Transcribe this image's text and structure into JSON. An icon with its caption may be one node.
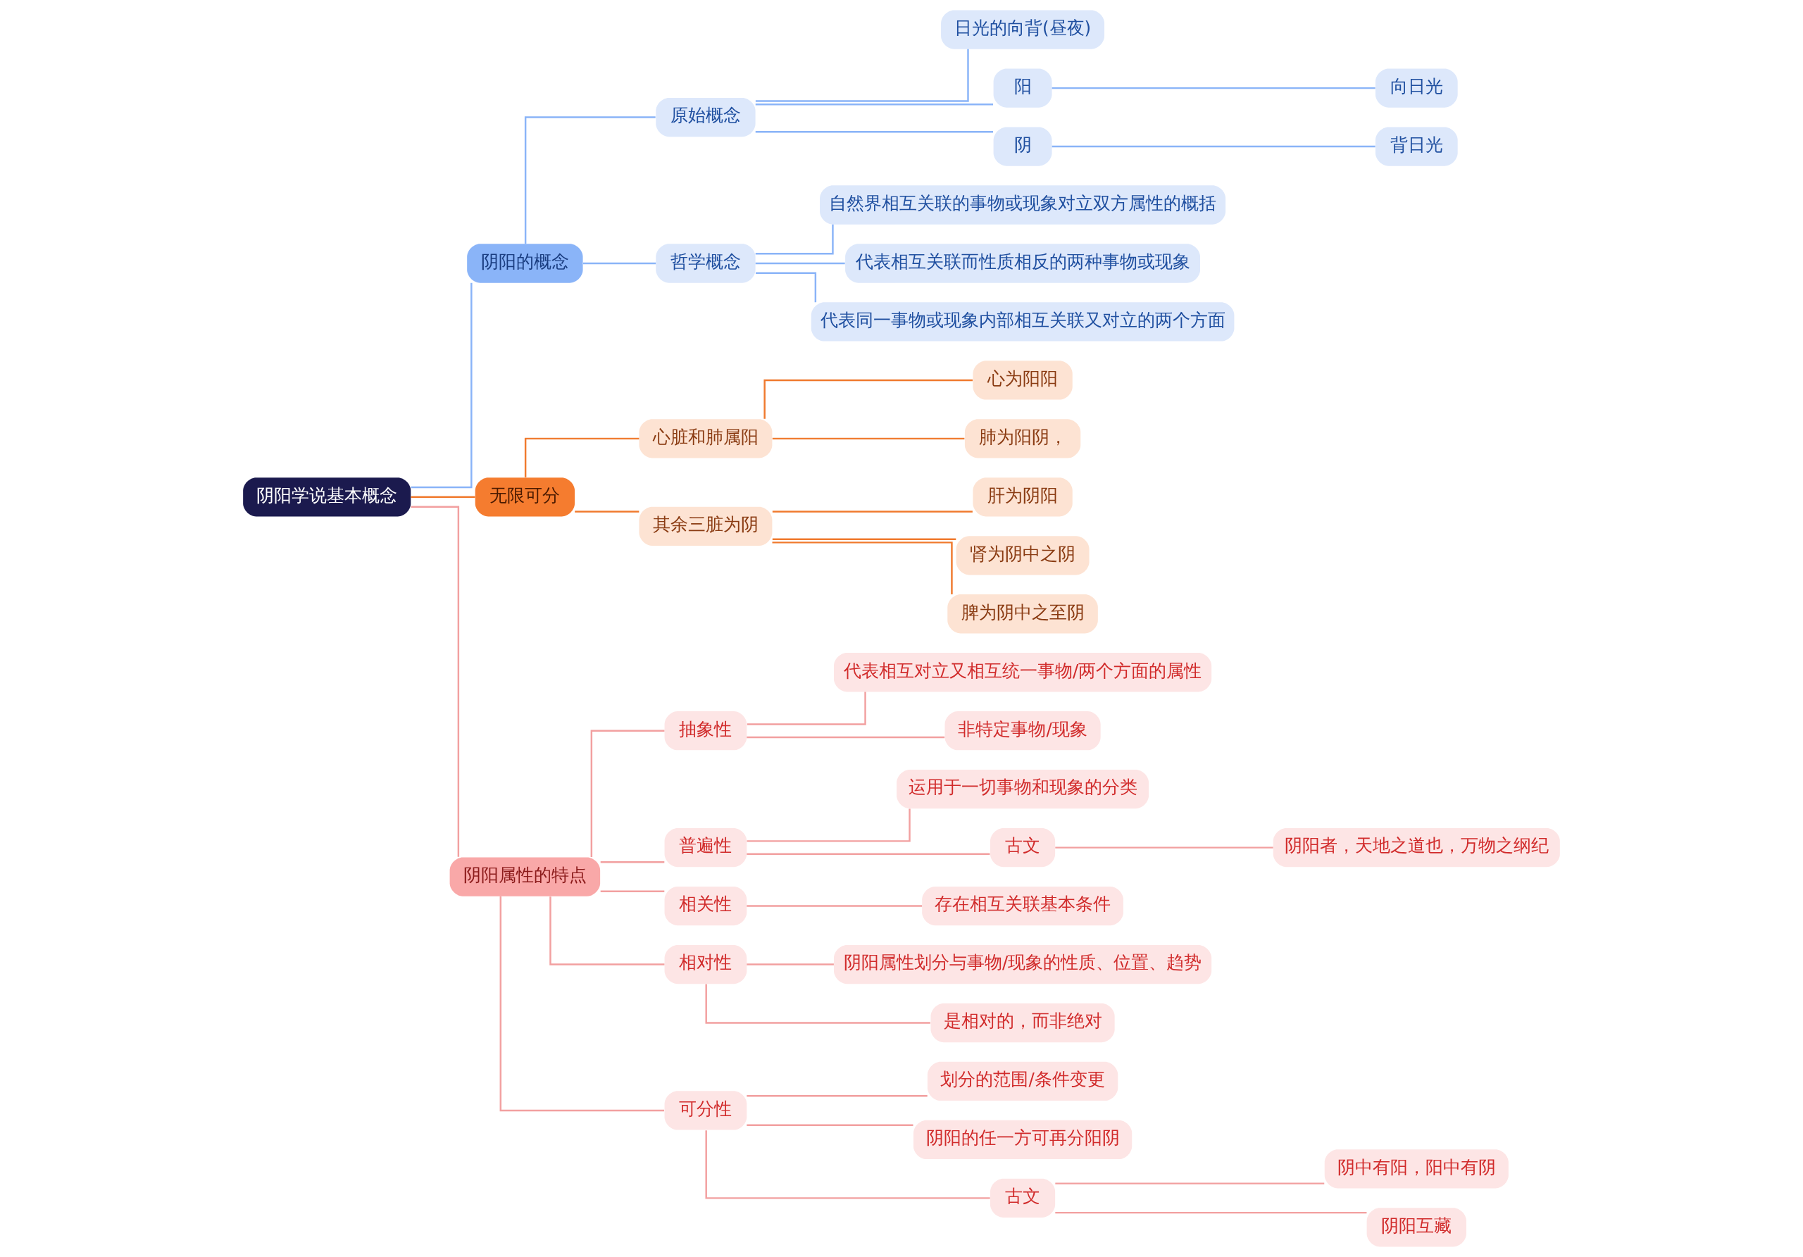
{
  "diagram": {
    "nodes": [
      {
        "text": [
          "阴阳学说基本概念"
        ]
      },
      {
        "text": [
          "阴阳的概念"
        ]
      },
      {
        "text": [
          "原始概念"
        ]
      },
      {
        "text": [
          "日光的向背(昼夜)"
        ]
      },
      {
        "text": [
          "阳"
        ]
      },
      {
        "text": [
          "向日光"
        ]
      },
      {
        "text": [
          "阴"
        ]
      },
      {
        "text": [
          "背日光"
        ]
      },
      {
        "text": [
          "哲学概念"
        ]
      },
      {
        "text": [
          "自然界相互关联的事物或现象对立双方属性的概括"
        ]
      },
      {
        "text": [
          "代表相互关联而性质相反的两种事物或现象"
        ]
      },
      {
        "text": [
          "代表同一事物或现象内部相互关联又对立的两个方面"
        ]
      },
      {
        "text": [
          "无限可分"
        ]
      },
      {
        "text": [
          "心脏和肺属阳"
        ]
      },
      {
        "text": [
          "心为阳阳"
        ]
      },
      {
        "text": [
          "肺为阳阴，"
        ]
      },
      {
        "text": [
          "其余三脏为阴"
        ]
      },
      {
        "text": [
          "肝为阴阳"
        ]
      },
      {
        "text": [
          "肾为阴中之阴"
        ]
      },
      {
        "text": [
          "脾为阴中之至阴"
        ]
      },
      {
        "text": [
          "阴阳属性的特点"
        ]
      },
      {
        "text": [
          "抽象性"
        ]
      },
      {
        "text": [
          "代表相互对立又相互统一事物/两个方面的属性"
        ]
      },
      {
        "text": [
          "非特定事物/现象"
        ]
      },
      {
        "text": [
          "普遍性"
        ]
      },
      {
        "text": [
          "运用于一切事物和现象的分类"
        ]
      },
      {
        "text": [
          "古文"
        ]
      },
      {
        "text": [
          "阴阳者，天地之道也，万物之纲纪"
        ]
      },
      {
        "text": [
          "相关性"
        ]
      },
      {
        "text": [
          "存在相互关联基本条件"
        ]
      },
      {
        "text": [
          "相对性"
        ]
      },
      {
        "text": [
          "阴阳属性划分与事物/现象的性质、位置、趋势"
        ]
      },
      {
        "text": [
          "是相对的，而非绝对"
        ]
      },
      {
        "text": [
          "可分性"
        ]
      },
      {
        "text": [
          "划分的范围/条件变更"
        ]
      },
      {
        "text": [
          "阴阳的任一方可再分阳阴"
        ]
      },
      {
        "text": [
          "古文"
        ]
      },
      {
        "text": [
          "阴中有阳，阳中有阴"
        ]
      },
      {
        "text": [
          "阴阳互藏"
        ]
      }
    ],
    "edges": [
      {
        "from": 0,
        "to": 1,
        "arrow": "none",
        "color": "#8ab4f8"
      },
      {
        "from": 1,
        "to": 2,
        "arrow": "none",
        "color": "#8ab4f8"
      },
      {
        "from": 2,
        "to": 3,
        "arrow": "none",
        "color": "#8ab4f8"
      },
      {
        "from": 2,
        "to": 4,
        "arrow": "none",
        "color": "#8ab4f8"
      },
      {
        "from": 4,
        "to": 5,
        "arrow": "none",
        "color": "#8ab4f8"
      },
      {
        "from": 2,
        "to": 6,
        "arrow": "none",
        "color": "#8ab4f8"
      },
      {
        "from": 6,
        "to": 7,
        "arrow": "none",
        "color": "#8ab4f8"
      },
      {
        "from": 1,
        "to": 8,
        "arrow": "none",
        "color": "#8ab4f8"
      },
      {
        "from": 8,
        "to": 9,
        "arrow": "none",
        "color": "#8ab4f8"
      },
      {
        "from": 8,
        "to": 10,
        "arrow": "none",
        "color": "#8ab4f8"
      },
      {
        "from": 8,
        "to": 11,
        "arrow": "none",
        "color": "#8ab4f8"
      },
      {
        "from": 0,
        "to": 12,
        "arrow": "none",
        "color": "#f07a2e"
      },
      {
        "from": 12,
        "to": 13,
        "arrow": "none",
        "color": "#f07a2e"
      },
      {
        "from": 13,
        "to": 14,
        "arrow": "none",
        "color": "#f07a2e"
      },
      {
        "from": 13,
        "to": 15,
        "arrow": "none",
        "color": "#f07a2e"
      },
      {
        "from": 12,
        "to": 16,
        "arrow": "none",
        "color": "#f07a2e"
      },
      {
        "from": 16,
        "to": 17,
        "arrow": "none",
        "color": "#f07a2e"
      },
      {
        "from": 16,
        "to": 18,
        "arrow": "none",
        "color": "#f07a2e"
      },
      {
        "from": 16,
        "to": 19,
        "arrow": "none",
        "color": "#f07a2e"
      },
      {
        "from": 0,
        "to": 20,
        "arrow": "none"
      },
      {
        "from": 20,
        "to": 21,
        "arrow": "none"
      },
      {
        "from": 21,
        "to": 22,
        "arrow": "none"
      },
      {
        "from": 21,
        "to": 23,
        "arrow": "none"
      },
      {
        "from": 20,
        "to": 24,
        "arrow": "none"
      },
      {
        "from": 24,
        "to": 25,
        "arrow": "none"
      },
      {
        "from": 24,
        "to": 26,
        "arrow": "none"
      },
      {
        "from": 26,
        "to": 27,
        "arrow": "none"
      },
      {
        "from": 20,
        "to": 28,
        "arrow": "none"
      },
      {
        "from": 28,
        "to": 29,
        "arrow": "none"
      },
      {
        "from": 20,
        "to": 30,
        "arrow": "none"
      },
      {
        "from": 30,
        "to": 31,
        "arrow": "none"
      },
      {
        "from": 30,
        "to": 32,
        "arrow": "none"
      },
      {
        "from": 20,
        "to": 33,
        "arrow": "none"
      },
      {
        "from": 33,
        "to": 34,
        "arrow": "none"
      },
      {
        "from": 33,
        "to": 35,
        "arrow": "none"
      },
      {
        "from": 33,
        "to": 36,
        "arrow": "none"
      },
      {
        "from": 36,
        "to": 37,
        "arrow": "none"
      },
      {
        "from": 36,
        "to": 38,
        "arrow": "none"
      }
    ]
  }
}
